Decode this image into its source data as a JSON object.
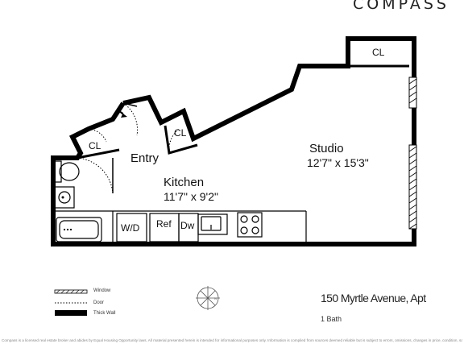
{
  "brand": "COMPASS",
  "rooms": {
    "studio": {
      "label": "Studio",
      "dims": "12'7\" x 15'3\""
    },
    "kitchen": {
      "label": "Kitchen",
      "dims": "11'7\" x 9'2\""
    },
    "entry": {
      "label": "Entry"
    },
    "closet_top": "CL",
    "closet_mid": "CL",
    "closet_left": "CL"
  },
  "fixtures": {
    "washer_dryer": "W/D",
    "refrigerator": "Ref",
    "dishwasher": "Dw"
  },
  "legend": {
    "window": "Window",
    "door": "Door",
    "thick_wall": "Thick Wall"
  },
  "compass": {
    "north": "N"
  },
  "listing": {
    "address": "150 Myrtle Avenue, Apt",
    "baths": "1 Bath"
  },
  "disclaimer": "Compass is a licensed real estate broker and abides by Equal Housing Opportunity laws. All material presented herein is intended for informational purposes only. Information is compiled from sources deemed reliable but is subject to errors, omissions, changes in price, condition, sale or withdrawal without notice. No statement is made as to accuracy of any description. All measurements and square footages are approximate. Exact dimensions can be obtained by retaining the services of an architect or engineer. This is not intended to solicit property already listed."
}
